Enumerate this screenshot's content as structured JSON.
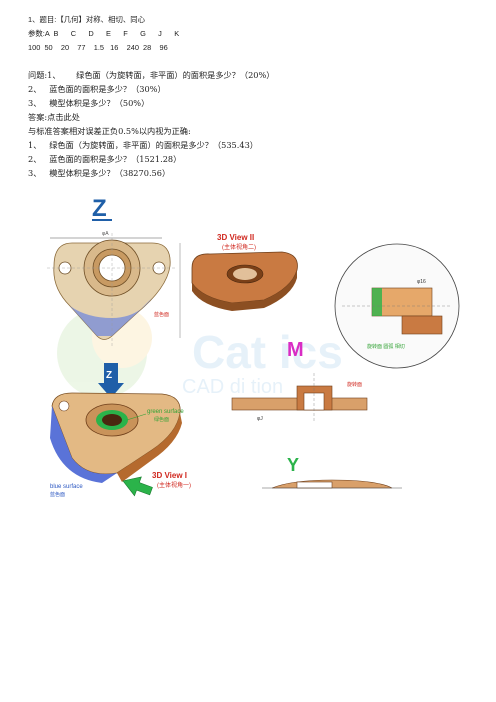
{
  "header": {
    "title": "1、题目:【几何】对称、相切、同心",
    "params_label": "参数:A  B      C      D      E      F      G      J      K",
    "params_values": "100  50    20    77    1.5   16    240  28    96"
  },
  "questions": {
    "q1": "问题:1、      绿色面（为旋转面，非平面）的面积是多少？（20%）",
    "q2": "2、   蓝色面的面积是多少？（30%）",
    "q3": "3、   模型体积是多少？（50%）"
  },
  "answers": {
    "heading": "答案:点击此处",
    "tolerance": "与标准答案相对误差正负0.5%以内视为正确:",
    "a1": "1、   绿色面（为旋转面，非平面）的面积是多少？（535.43）",
    "a2": "2、   蓝色面的面积是多少？（1521.28）",
    "a3": "3、   模型体积是多少？（38270.56）"
  },
  "figure": {
    "view_z": "Z",
    "view_m": "M",
    "view_y": "Y",
    "view3d_2_title": "3D View II",
    "view3d_2_sub": "(主体视角二)",
    "view3d_1_title": "3D View I",
    "view3d_1_sub": "(主体视角一)",
    "green_surface_en": "green surface",
    "green_surface_cn": "绿色面",
    "blue_surface_en": "blue surface",
    "blue_surface_cn": "蓝色面",
    "blue_face_tag": "蓝色面",
    "side_tag": "旋转面",
    "watermark": "Cat ics",
    "watermark_sub": "CAD di      tion",
    "dim_phi_a": "φA",
    "dim_phi_j": "φJ",
    "dim_b10": "φ16",
    "dim_a": "φA",
    "note_cn": "旋转面  圆弧  相切"
  },
  "colors": {
    "z_blue": "#1f5fa8",
    "m_magenta": "#d92cc4",
    "y_green": "#2bb34a",
    "red_label": "#d0281f",
    "green_label": "#33a336",
    "blue_label": "#2b57c2",
    "copper": "#c97a42"
  }
}
